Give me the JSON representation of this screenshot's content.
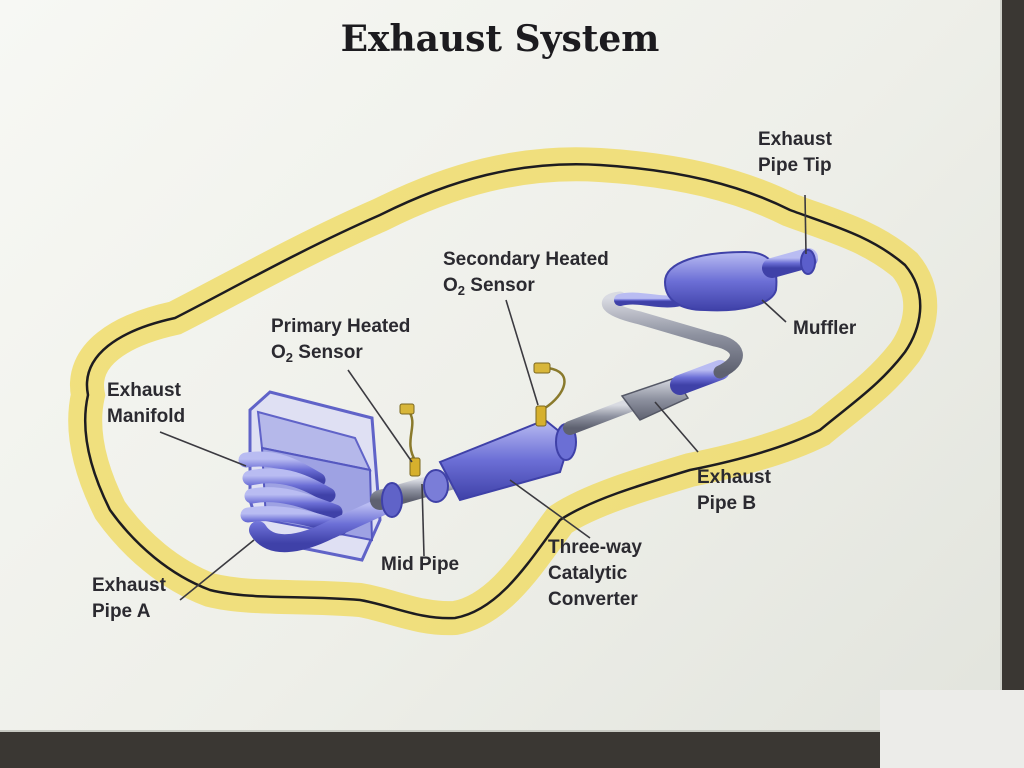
{
  "title": "Exhaust System",
  "colors": {
    "car_outline": "#e9cf3b",
    "components": "#5c5fc9",
    "pipe": "#8a8f9c",
    "sensor_wire": "#d6b02d"
  },
  "labels": {
    "exhaust_pipe_tip": {
      "line1": "Exhaust",
      "line2": "Pipe Tip"
    },
    "secondary_o2": {
      "line1": "Secondary Heated",
      "line2_main": "O",
      "line2_sub": "2",
      "line2_rest": " Sensor"
    },
    "primary_o2": {
      "line1": "Primary Heated",
      "line2_main": "O",
      "line2_sub": "2",
      "line2_rest": " Sensor"
    },
    "muffler": "Muffler",
    "exhaust_manifold": {
      "line1": "Exhaust",
      "line2": "Manifold"
    },
    "exhaust_pipe_b": {
      "line1": "Exhaust",
      "line2": "Pipe B"
    },
    "three_way": {
      "line1": "Three-way",
      "line2": "Catalytic",
      "line3": "Converter"
    },
    "mid_pipe": "Mid Pipe",
    "exhaust_pipe_a": {
      "line1": "Exhaust",
      "line2": "Pipe A"
    }
  }
}
